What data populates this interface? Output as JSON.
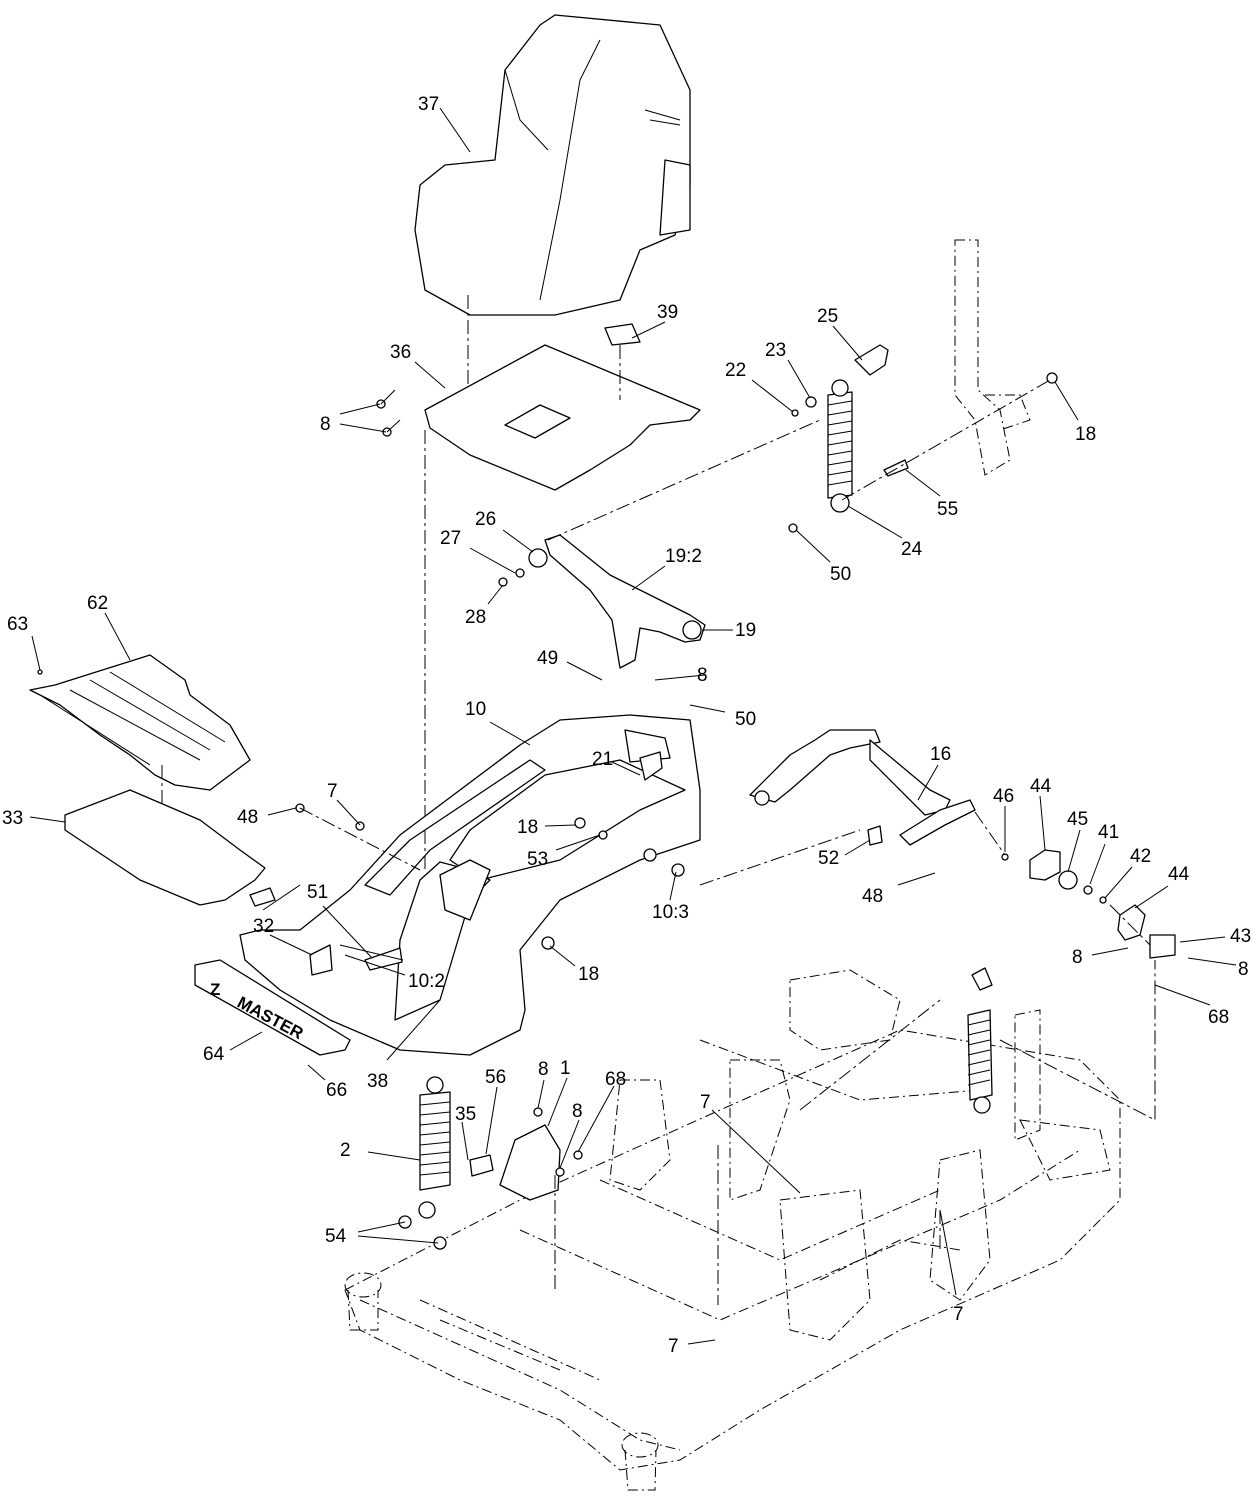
{
  "logo_text": "MASTER",
  "logo_letter": "Z",
  "callouts": {
    "c37": "37",
    "c39": "39",
    "c36": "36",
    "c8a": "8",
    "c25": "25",
    "c23": "23",
    "c22": "22",
    "c18a": "18",
    "c55": "55",
    "c24": "24",
    "c50a": "50",
    "c26": "26",
    "c27": "27",
    "c19_2": "19:2",
    "c28": "28",
    "c19": "19",
    "c49": "49",
    "c8b": "8",
    "c50b": "50",
    "c63": "63",
    "c62": "62",
    "c10": "10",
    "c21": "21",
    "c16": "16",
    "c46": "46",
    "c44a": "44",
    "c45": "45",
    "c41": "41",
    "c42": "42",
    "c44b": "44",
    "c7a": "7",
    "c48a": "48",
    "c33": "33",
    "c18b": "18",
    "c53": "53",
    "c52": "52",
    "c48b": "48",
    "c10_3": "10:3",
    "c51": "51",
    "c32": "32",
    "c18c": "18",
    "c10_2": "10:2",
    "c8c": "8",
    "c43": "43",
    "c8d": "8",
    "c68a": "68",
    "c64": "64",
    "c66": "66",
    "c38": "38",
    "c8e": "8",
    "c56": "56",
    "c1": "1",
    "c68b": "68",
    "c35": "35",
    "c7b": "7",
    "c8f": "8",
    "c2": "2",
    "c54": "54",
    "c7c": "7",
    "c7d": "7"
  }
}
